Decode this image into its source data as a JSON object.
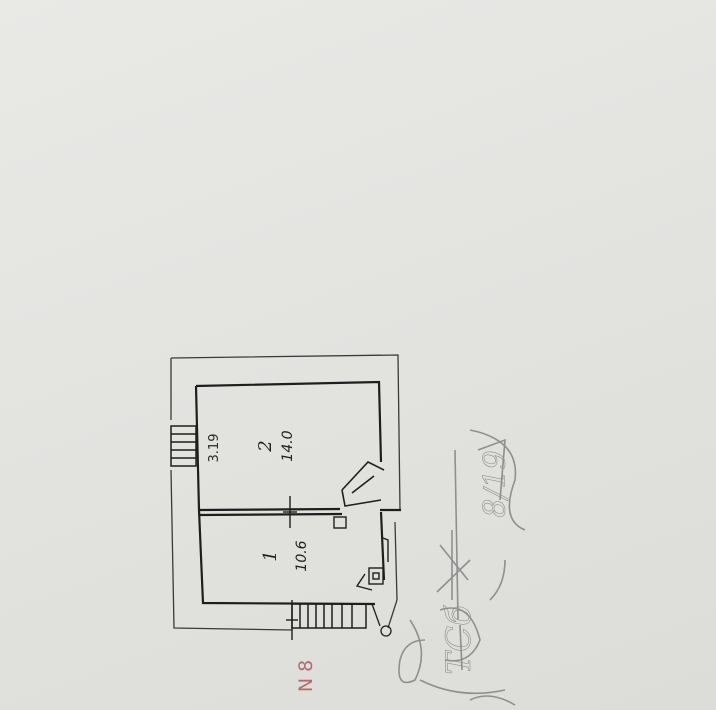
{
  "plan": {
    "rooms": [
      {
        "number": "2",
        "area": "14.0"
      },
      {
        "number": "1",
        "area": "10.6"
      }
    ],
    "dimension_label": "3.19",
    "sheet_number": "N 8",
    "handwritten_notes": [
      "ТСб",
      "8/19"
    ]
  },
  "colors": {
    "paper": "#e4e4e1",
    "ink": "#1e1e1e",
    "pencil": "#8f8f8f",
    "stamp_red": "#b06b6f"
  }
}
